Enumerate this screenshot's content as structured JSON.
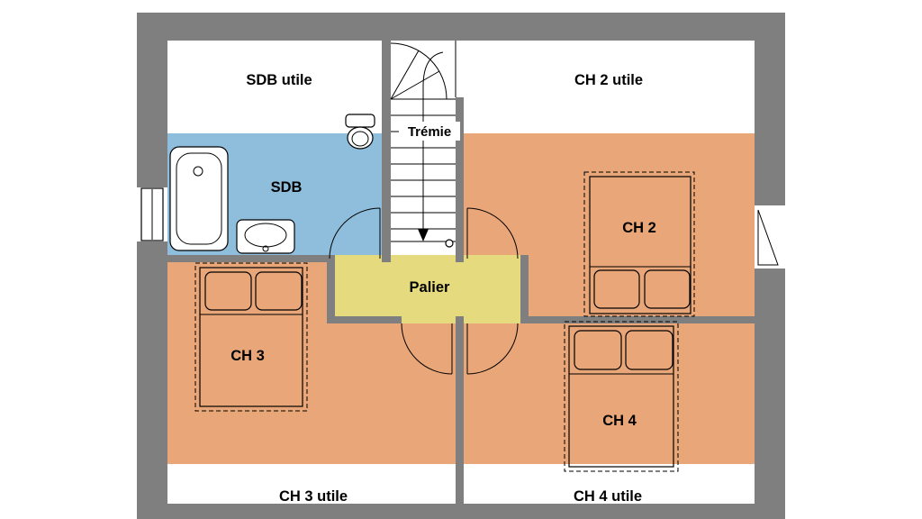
{
  "plan": {
    "colors": {
      "wall": "#7f7f7f",
      "sdb": "#8fbedd",
      "bedroom": "#e9a678",
      "palier": "#e6da7f",
      "outline": "#000000",
      "background": "#ffffff"
    },
    "labels": {
      "sdb_utile": "SDB utile",
      "ch2_utile": "CH 2 utile",
      "tremie": "Trémie",
      "sdb": "SDB",
      "ch2": "CH 2",
      "palier": "Palier",
      "ch3": "CH 3",
      "ch4": "CH 4",
      "ch3_utile": "CH 3 utile",
      "ch4_utile": "CH 4 utile"
    }
  }
}
